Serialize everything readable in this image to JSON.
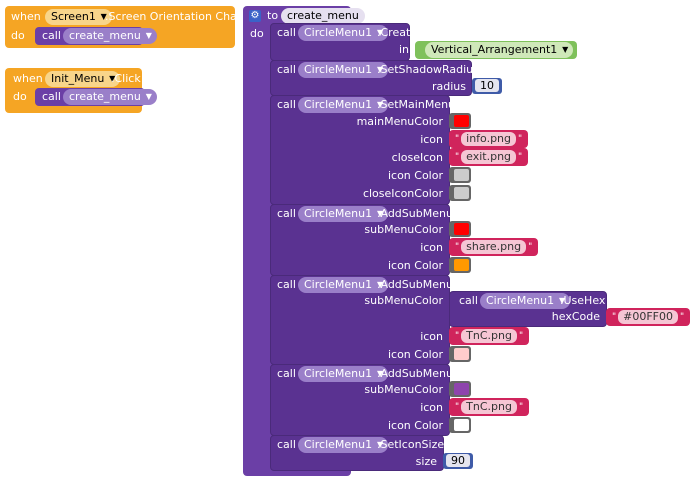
{
  "event1": {
    "when": "when",
    "do": "do",
    "component": "Screen1",
    "event": ".Screen Orientation Changed",
    "call": "call",
    "procedure": "create_menu"
  },
  "event2": {
    "when": "when",
    "do": "do",
    "component": "Init_Menu",
    "event": ".Click",
    "call": "call",
    "procedure": "create_menu"
  },
  "proc": {
    "to": "to",
    "name": "create_menu",
    "do": "do"
  },
  "kw": {
    "call": "call"
  },
  "b_create": {
    "component": "CircleMenu1",
    "method": ".Create",
    "param": "in",
    "arrangement": "Vertical_Arrangement1"
  },
  "b_shadow": {
    "component": "CircleMenu1",
    "method": ".SetShadowRadius",
    "param": "radius",
    "value": "10"
  },
  "b_main": {
    "component": "CircleMenu1",
    "method": ".SetMainMenu",
    "p1": "mainMenuColor",
    "p2": "icon",
    "p3": "closeIcon",
    "p4": "icon Color",
    "p5": "closeIconColor",
    "icon": "info.png",
    "closeIcon": "exit.png",
    "mainMenuColor": "#ff0000",
    "iconColor": "#cccccc",
    "closeIconColor": "#cccccc"
  },
  "b_sub1": {
    "component": "CircleMenu1",
    "method": ".AddSubMenu",
    "p1": "subMenuColor",
    "p2": "icon",
    "p3": "icon Color",
    "icon": "share.png",
    "subMenuColor": "#ff0000",
    "iconColor": "#ff9900"
  },
  "b_sub2": {
    "component": "CircleMenu1",
    "method": ".AddSubMenu",
    "p1": "subMenuColor",
    "p2": "icon",
    "p3": "icon Color",
    "inner_component": "CircleMenu1",
    "inner_method": ".UseHex",
    "inner_param": "hexCode",
    "hex": "#00FF00",
    "icon": "TnC.png",
    "iconColor": "#ffcccc"
  },
  "b_sub3": {
    "component": "CircleMenu1",
    "method": ".AddSubMenu",
    "p1": "subMenuColor",
    "p2": "icon",
    "p3": "icon Color",
    "icon": "TnC.png",
    "subMenuColor": "#8e44ad",
    "iconColor": "#ffffff"
  },
  "b_size": {
    "component": "CircleMenu1",
    "method": ".SetIconSize",
    "param": "size",
    "value": "90"
  }
}
